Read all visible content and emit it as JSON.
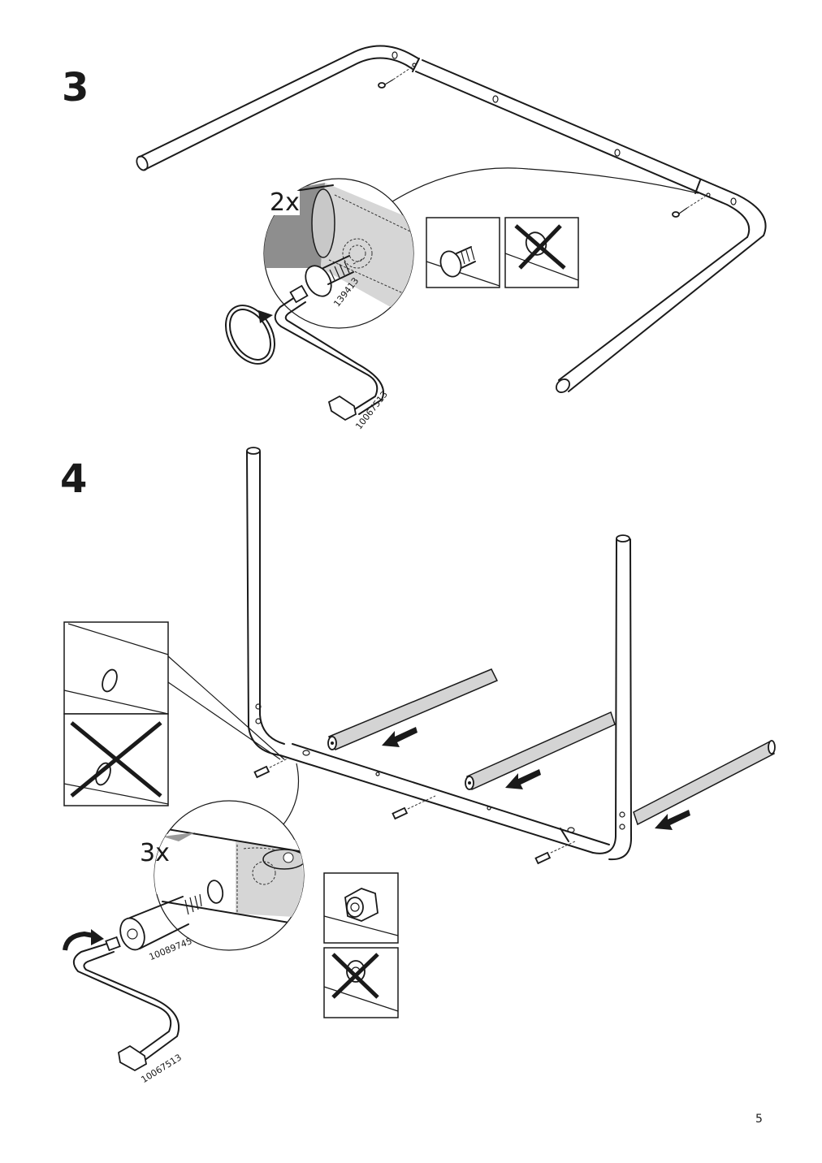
{
  "step3": {
    "number": "3",
    "quantity": "2x",
    "screw_part": "139413",
    "key_part": "10067513"
  },
  "step4": {
    "number": "4",
    "quantity": "3x",
    "bolt_part": "10089745",
    "key_part": "10067513"
  },
  "footer": {
    "page_number": "5"
  }
}
